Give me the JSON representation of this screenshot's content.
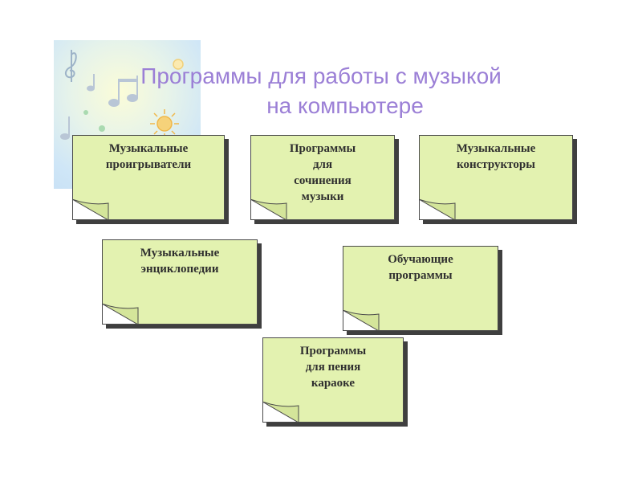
{
  "title": {
    "line1": "Программы для работы с музыкой",
    "line2": "на компьютере"
  },
  "cards": [
    {
      "id": "players",
      "lines": [
        "Музыкальные",
        "проигрыватели"
      ]
    },
    {
      "id": "composing",
      "lines": [
        "Программы",
        "для",
        "сочинения",
        "музыки"
      ]
    },
    {
      "id": "constructors",
      "lines": [
        "Музыкальные",
        "конструкторы"
      ]
    },
    {
      "id": "encyclopedias",
      "lines": [
        "Музыкальные",
        "энциклопедии"
      ]
    },
    {
      "id": "learning",
      "lines": [
        "Обучающие",
        "программы"
      ]
    },
    {
      "id": "karaoke",
      "lines": [
        "Программы",
        "для пения",
        "караоке"
      ]
    }
  ],
  "colors": {
    "title": "#9b7fd6",
    "card_fill": "#e3f2b0",
    "card_border": "#4a4a4a",
    "card_shadow": "#3f3f3f",
    "card_text": "#2f2f2f"
  },
  "icons": [
    "music-note-icon",
    "treble-clef-icon",
    "sun-icon"
  ]
}
